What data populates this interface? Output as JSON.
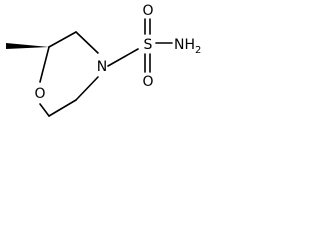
{
  "molecule": {
    "atoms": {
      "oxygen_ring": "O",
      "nitrogen_ring": "N",
      "sulfur": "S",
      "oxygen_top": "O",
      "oxygen_bottom": "O",
      "amine": "NH",
      "amine_subscript": "2"
    },
    "colors": {
      "bond": "#000000",
      "label": "#000000",
      "background": "#ffffff"
    }
  }
}
